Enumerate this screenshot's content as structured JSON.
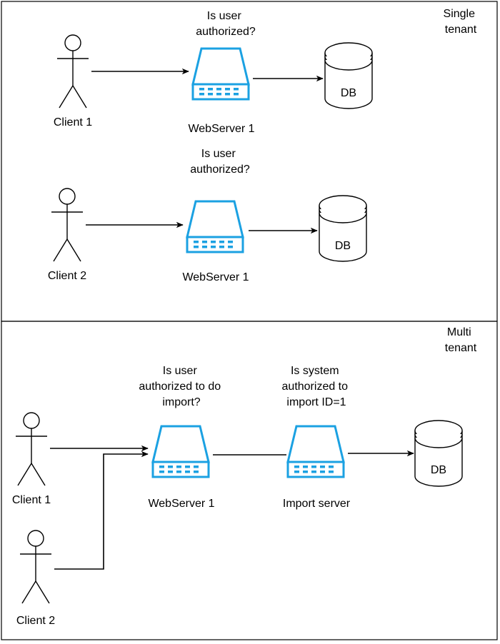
{
  "sections": {
    "single": {
      "title": "Single\ntenant",
      "title_lines": [
        "Single",
        "tenant"
      ],
      "rows": [
        {
          "client": "Client 1",
          "server": "WebServer 1",
          "question_lines": [
            "Is user",
            "authorized?"
          ],
          "db": "DB"
        },
        {
          "client": "Client 2",
          "server": "WebServer 1",
          "question_lines": [
            "Is user",
            "authorized?"
          ],
          "db": "DB"
        }
      ]
    },
    "multi": {
      "title_lines": [
        "Multi",
        "tenant"
      ],
      "clients": [
        "Client 1",
        "Client 2"
      ],
      "web_server": "WebServer 1",
      "web_question_lines": [
        "Is user",
        "authorized to do",
        "import?"
      ],
      "import_server": "Import server",
      "import_question_lines": [
        "Is system",
        "authorized to",
        "import ID=1"
      ],
      "db": "DB"
    }
  },
  "colors": {
    "server_stroke": "#1ba1e2",
    "line": "#000000"
  }
}
